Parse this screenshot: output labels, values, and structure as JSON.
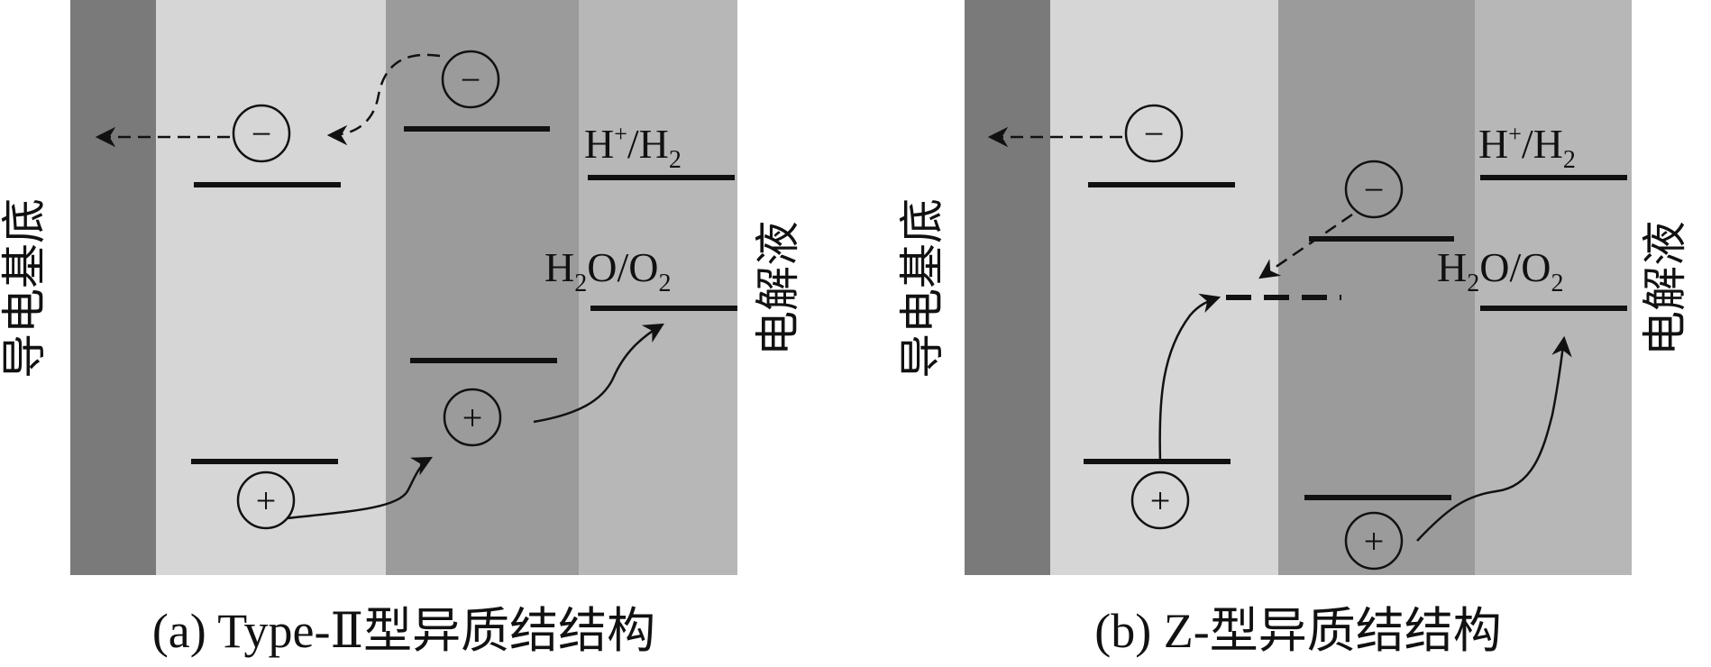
{
  "colors": {
    "conductive_layer": "#7a7a7a",
    "semiconductor_1": "#d6d6d6",
    "semiconductor_2": "#9b9b9b",
    "electrolyte": "#b7b7b7",
    "ink": "#111111"
  },
  "panel_a": {
    "substrate_label": "导电基底",
    "electrolyte_label": "电解液",
    "reduction_potential": {
      "main": "H",
      "sup": "+",
      "rest": "/H",
      "sub": "2"
    },
    "oxidation_potential": {
      "pre": "H",
      "sub1": "2",
      "mid": "O/O",
      "sub2": "2"
    },
    "electron_symbol": "−",
    "hole_symbol": "+",
    "caption": "(a) Type-Ⅱ型异质结结构"
  },
  "panel_b": {
    "substrate_label": "导电基底",
    "electrolyte_label": "电解液",
    "reduction_potential": {
      "main": "H",
      "sup": "+",
      "rest": "/H",
      "sub": "2"
    },
    "oxidation_potential": {
      "pre": "H",
      "sub1": "2",
      "mid": "O/O",
      "sub2": "2"
    },
    "electron_symbol": "−",
    "hole_symbol": "+",
    "caption": "(b) Z-型异质结结构"
  }
}
